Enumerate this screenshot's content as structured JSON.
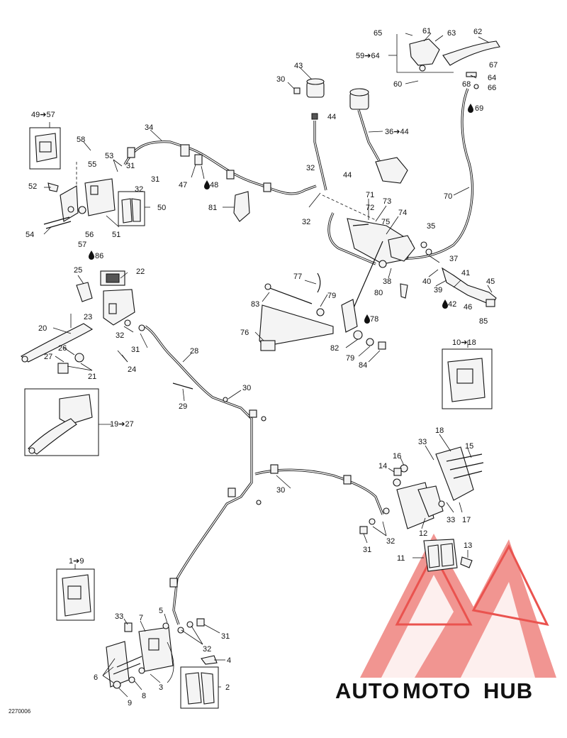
{
  "diagram": {
    "code": "2270006",
    "labels": [
      {
        "id": "l65",
        "text": "65"
      },
      {
        "id": "l61",
        "text": "61"
      },
      {
        "id": "l63",
        "text": "63"
      },
      {
        "id": "l62",
        "text": "62"
      },
      {
        "id": "l59",
        "text": "59➔64"
      },
      {
        "id": "l67",
        "text": "67"
      },
      {
        "id": "l64",
        "text": "64"
      },
      {
        "id": "l60",
        "text": "60"
      },
      {
        "id": "l68",
        "text": "68"
      },
      {
        "id": "l66",
        "text": "66"
      },
      {
        "id": "l69",
        "text": "69"
      },
      {
        "id": "l43",
        "text": "43"
      },
      {
        "id": "l30a",
        "text": "30"
      },
      {
        "id": "l44a",
        "text": "44"
      },
      {
        "id": "l36",
        "text": "36➔44"
      },
      {
        "id": "l49",
        "text": "49➔57"
      },
      {
        "id": "l34",
        "text": "34"
      },
      {
        "id": "l58",
        "text": "58"
      },
      {
        "id": "l53",
        "text": "53"
      },
      {
        "id": "l55",
        "text": "55"
      },
      {
        "id": "l31a",
        "text": "31"
      },
      {
        "id": "l31b",
        "text": "31"
      },
      {
        "id": "l32a",
        "text": "32"
      },
      {
        "id": "l32b",
        "text": "32"
      },
      {
        "id": "l44b",
        "text": "44"
      },
      {
        "id": "l47",
        "text": "47"
      },
      {
        "id": "l48",
        "text": "48"
      },
      {
        "id": "l52",
        "text": "52"
      },
      {
        "id": "l50",
        "text": "50"
      },
      {
        "id": "l81",
        "text": "81"
      },
      {
        "id": "l70",
        "text": "70"
      },
      {
        "id": "l54",
        "text": "54"
      },
      {
        "id": "l56",
        "text": "56"
      },
      {
        "id": "l51",
        "text": "51"
      },
      {
        "id": "l57",
        "text": "57"
      },
      {
        "id": "l32c",
        "text": "32"
      },
      {
        "id": "l71",
        "text": "71"
      },
      {
        "id": "l73",
        "text": "73"
      },
      {
        "id": "l72",
        "text": "72"
      },
      {
        "id": "l74",
        "text": "74"
      },
      {
        "id": "l75",
        "text": "75"
      },
      {
        "id": "l35",
        "text": "35"
      },
      {
        "id": "l86",
        "text": "86"
      },
      {
        "id": "l22",
        "text": "22"
      },
      {
        "id": "l25",
        "text": "25"
      },
      {
        "id": "l37",
        "text": "37"
      },
      {
        "id": "l41",
        "text": "41"
      },
      {
        "id": "l38",
        "text": "38"
      },
      {
        "id": "l40",
        "text": "40"
      },
      {
        "id": "l39",
        "text": "39"
      },
      {
        "id": "l45",
        "text": "45"
      },
      {
        "id": "l80",
        "text": "80"
      },
      {
        "id": "l77",
        "text": "77"
      },
      {
        "id": "l79a",
        "text": "79"
      },
      {
        "id": "l42",
        "text": "42"
      },
      {
        "id": "l46",
        "text": "46"
      },
      {
        "id": "l83",
        "text": "83"
      },
      {
        "id": "l85",
        "text": "85"
      },
      {
        "id": "l23",
        "text": "23"
      },
      {
        "id": "l78",
        "text": "78"
      },
      {
        "id": "l20",
        "text": "20"
      },
      {
        "id": "l32d",
        "text": "32"
      },
      {
        "id": "l76",
        "text": "76"
      },
      {
        "id": "l10",
        "text": "10➔18"
      },
      {
        "id": "l28",
        "text": "28"
      },
      {
        "id": "l31c",
        "text": "31"
      },
      {
        "id": "l82",
        "text": "82"
      },
      {
        "id": "l27",
        "text": "27"
      },
      {
        "id": "l26",
        "text": "26"
      },
      {
        "id": "l79b",
        "text": "79"
      },
      {
        "id": "l84",
        "text": "84"
      },
      {
        "id": "l24",
        "text": "24"
      },
      {
        "id": "l21",
        "text": "21"
      },
      {
        "id": "l30b",
        "text": "30"
      },
      {
        "id": "l29",
        "text": "29"
      },
      {
        "id": "l19",
        "text": "19➔27"
      },
      {
        "id": "l18",
        "text": "18"
      },
      {
        "id": "l33a",
        "text": "33"
      },
      {
        "id": "l15",
        "text": "15"
      },
      {
        "id": "l16",
        "text": "16"
      },
      {
        "id": "l14",
        "text": "14"
      },
      {
        "id": "l30c",
        "text": "30"
      },
      {
        "id": "l33b",
        "text": "33"
      },
      {
        "id": "l17",
        "text": "17"
      },
      {
        "id": "l12",
        "text": "12"
      },
      {
        "id": "l32e",
        "text": "32"
      },
      {
        "id": "l31d",
        "text": "31"
      },
      {
        "id": "l13",
        "text": "13"
      },
      {
        "id": "l11",
        "text": "11"
      },
      {
        "id": "l1",
        "text": "1➔9"
      },
      {
        "id": "l33c",
        "text": "33"
      },
      {
        "id": "l7",
        "text": "7"
      },
      {
        "id": "l5",
        "text": "5"
      },
      {
        "id": "l31e",
        "text": "31"
      },
      {
        "id": "l32f",
        "text": "32"
      },
      {
        "id": "l4",
        "text": "4"
      },
      {
        "id": "l6",
        "text": "6"
      },
      {
        "id": "l2",
        "text": "2"
      },
      {
        "id": "l3",
        "text": "3"
      },
      {
        "id": "l8",
        "text": "8"
      },
      {
        "id": "l9",
        "text": "9"
      }
    ]
  },
  "logo": {
    "part1": "AUTO",
    "part2": "MOTO",
    "part3": "HUB",
    "colors": {
      "red": "#e8413c",
      "orange": "#f5a524",
      "gray": "#8a8a8a",
      "pink": "#f08a86"
    }
  }
}
